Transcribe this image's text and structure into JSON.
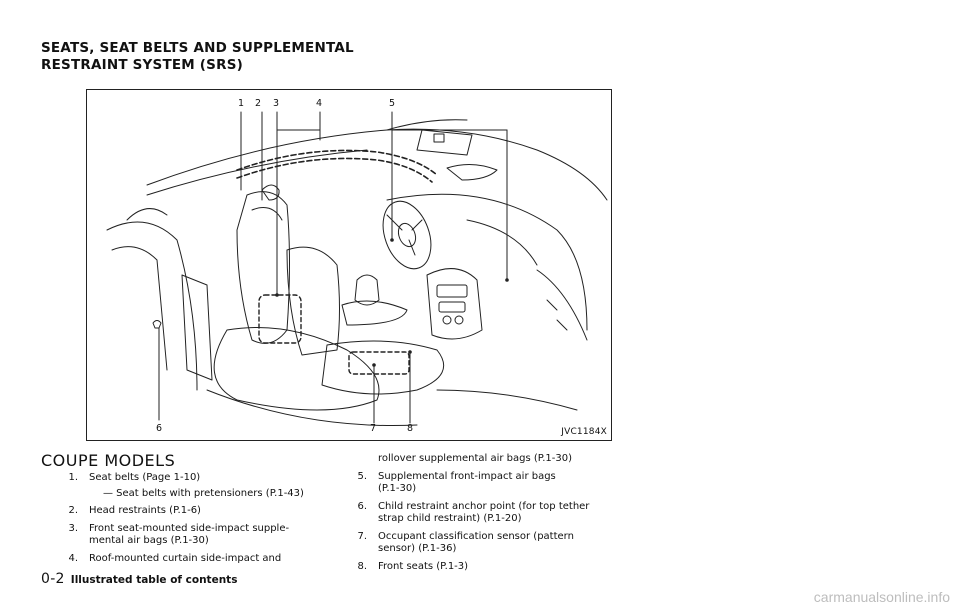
{
  "header": {
    "line1": "SEATS, SEAT BELTS AND SUPPLEMENTAL",
    "line2": "RESTRAINT SYSTEM (SRS)"
  },
  "figure": {
    "code": "JVC1184X",
    "callouts": [
      "1",
      "2",
      "3",
      "4",
      "5",
      "6",
      "7",
      "8"
    ]
  },
  "section": {
    "subhead": "COUPE MODELS"
  },
  "items": [
    {
      "num": "1.",
      "text": "Seat belts (Page 1-10)",
      "sub": "— Seat belts with pretensioners (P.1-43)"
    },
    {
      "num": "2.",
      "text": "Head restraints (P.1-6)"
    },
    {
      "num": "3.",
      "text": "Front seat-mounted side-impact supple-",
      "cont": "mental air bags (P.1-30)"
    },
    {
      "num": "4.",
      "text": "Roof-mounted curtain side-impact and",
      "cont": "rollover supplemental air bags (P.1-30)"
    },
    {
      "num": "5.",
      "text": "Supplemental front-impact air bags",
      "cont": "(P.1-30)"
    },
    {
      "num": "6.",
      "text": "Child restraint anchor point (for top tether",
      "cont": "strap child restraint) (P.1-20)"
    },
    {
      "num": "7.",
      "text": "Occupant classification sensor (pattern",
      "cont": "sensor) (P.1-36)"
    },
    {
      "num": "8.",
      "text": "Front seats (P.1-3)"
    }
  ],
  "footer": {
    "page": "0-2",
    "title": "Illustrated table of contents"
  },
  "watermark": "carmanualsonline.info"
}
